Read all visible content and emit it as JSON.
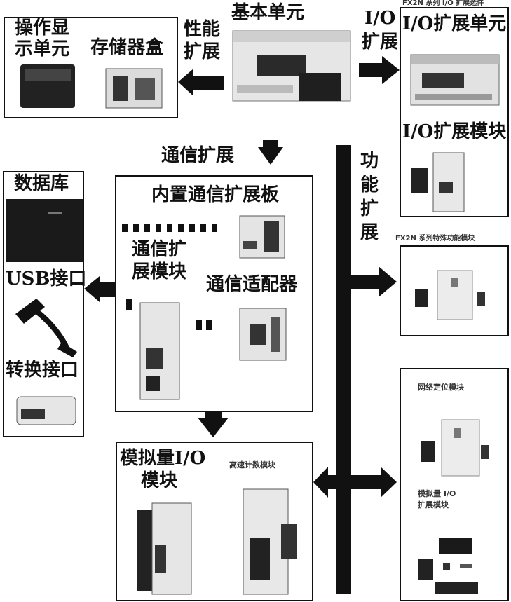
{
  "top": {
    "basic_unit": "基本单元",
    "perf_ext_line1": "性能",
    "perf_ext_line2": "扩展",
    "io_ext_line1": "I/O",
    "io_ext_line2": "扩展"
  },
  "box_operation": {
    "display_line1": "操作显",
    "display_line2": "示单元",
    "memory": "存储器盒"
  },
  "box_io": {
    "caption": "FX2N 系列 I/O 扩展选件",
    "unit": "I/O扩展单元",
    "module": "I/O扩展模块"
  },
  "comm_ext_label": "通信扩展",
  "func_ext": [
    "功",
    "能",
    "扩",
    "展"
  ],
  "box_db": {
    "database": "数据库",
    "usb": "USB接口",
    "converter": "转换接口"
  },
  "box_comm": {
    "board": "内置通信扩展板",
    "module_line1": "通信扩",
    "module_line2": "展模块",
    "adapter": "通信适配器"
  },
  "box_special": {
    "caption": "FX2N 系列特殊功能模块"
  },
  "box_analog": {
    "title_line1": "模拟量I/O",
    "title_line2": "模块",
    "counter": "高速计数模块"
  },
  "box_right": {
    "positioning": "网络定位模块",
    "analog_line1": "模拟量 I/O",
    "analog_line2": "扩展模块"
  }
}
